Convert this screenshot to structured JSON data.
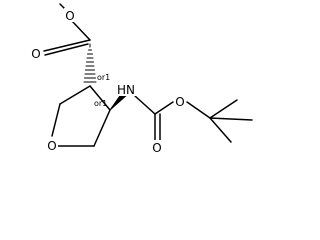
{
  "molecule": {
    "atoms": {
      "ester_o_methyl": "O",
      "ester_o_carbonyl": "O",
      "ring_o": "O",
      "amine": "HN",
      "carbamate_o_carbonyl": "O",
      "carbamate_o_ether": "O"
    },
    "stereo_labels": {
      "c3": "or1",
      "c4": "or1"
    }
  }
}
